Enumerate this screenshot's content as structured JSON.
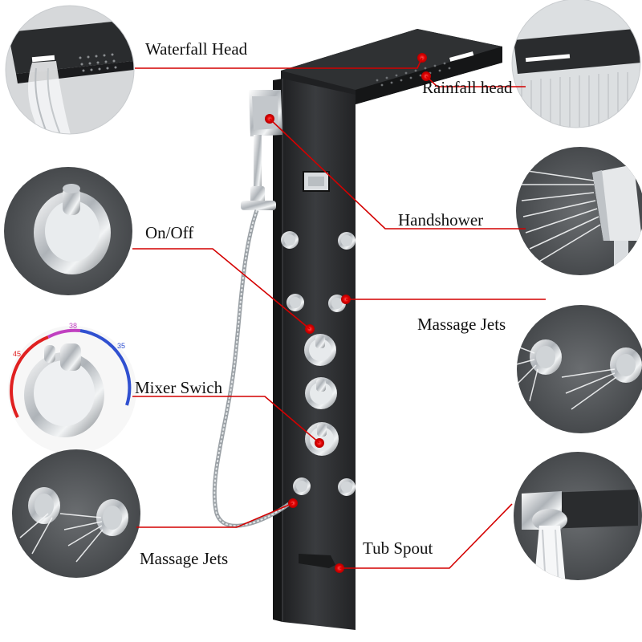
{
  "labels": {
    "waterfall_head": "Waterfall Head",
    "rainfall_head": "Rainfall head",
    "handshower": "Handshower",
    "on_off": "On/Off",
    "massage_jets_right": "Massage Jets",
    "mixer_switch": "Mixer Swich",
    "massage_jets_left": "Massage Jets",
    "tub_spout": "Tub Spout"
  },
  "thermostat_scale": {
    "t38": "38",
    "t35": "35",
    "t45": "45"
  },
  "display": {
    "reading": ""
  },
  "colors": {
    "callout_line": "#d40000",
    "panel": "#2b2d2f",
    "chrome": "#d9dde0",
    "zoom_bg": "#55585b"
  }
}
